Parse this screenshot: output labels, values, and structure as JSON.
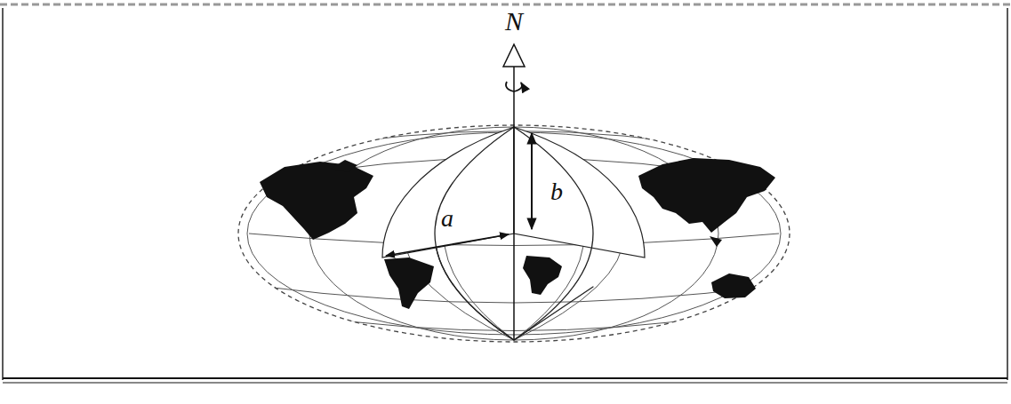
{
  "diagram": {
    "labels": [
      "N",
      "a",
      "b"
    ]
  }
}
